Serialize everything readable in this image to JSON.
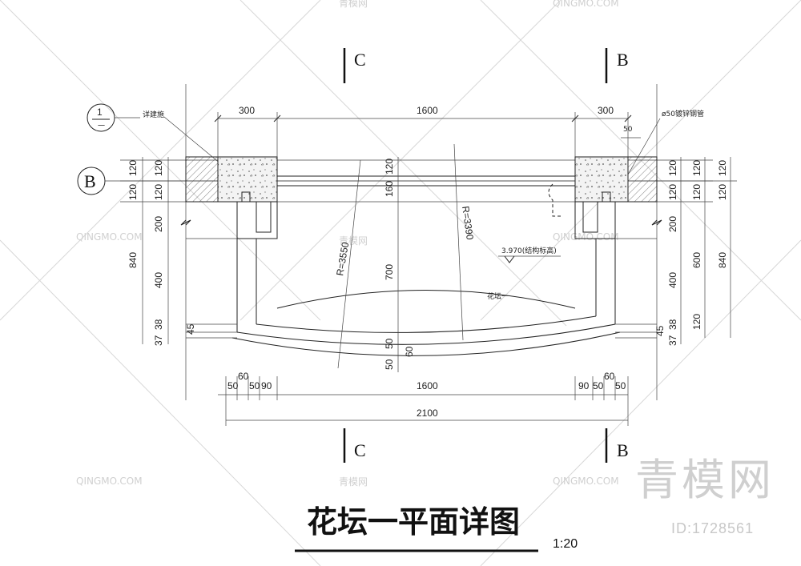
{
  "drawing": {
    "title": "花坛一平面详图",
    "scale": "1:20",
    "section_marks": {
      "c": "C",
      "b": "B"
    },
    "grid_axis": "B",
    "detail_ref_top": "1",
    "detail_ref_bottom": "一",
    "label_detail": "详建施",
    "label_pipe": "ø50镀锌钢管",
    "label_planter": "花坛一",
    "elevation": "3.970(结构标高)",
    "radius_1": "R=3550",
    "radius_2": "R=3390",
    "dims_top": [
      "300",
      "1600",
      "300"
    ],
    "dim_50_top": "50",
    "dims_left_outer": [
      "120",
      "120",
      "200",
      "840",
      "400",
      "37",
      "38"
    ],
    "dims_left_inner": [
      "120",
      "120",
      "45"
    ],
    "dims_center": [
      "120",
      "160",
      "700",
      "50",
      "60",
      "50"
    ],
    "dims_right_inner": [
      "120",
      "120",
      "200",
      "400",
      "45",
      "38",
      "37"
    ],
    "dims_right_outer": [
      "120",
      "120",
      "600",
      "120",
      "840",
      "120",
      "120"
    ],
    "dims_bottom_left": [
      "50",
      "60",
      "50",
      "90"
    ],
    "dims_bottom_center": "1600",
    "dims_bottom_right": [
      "90",
      "50",
      "60",
      "50"
    ],
    "dims_overall": "2100"
  },
  "watermark": {
    "brand_cn": "青模网",
    "brand_small": "青模网",
    "brand_en": "QINGMO.COM",
    "id": "ID:1728561"
  }
}
